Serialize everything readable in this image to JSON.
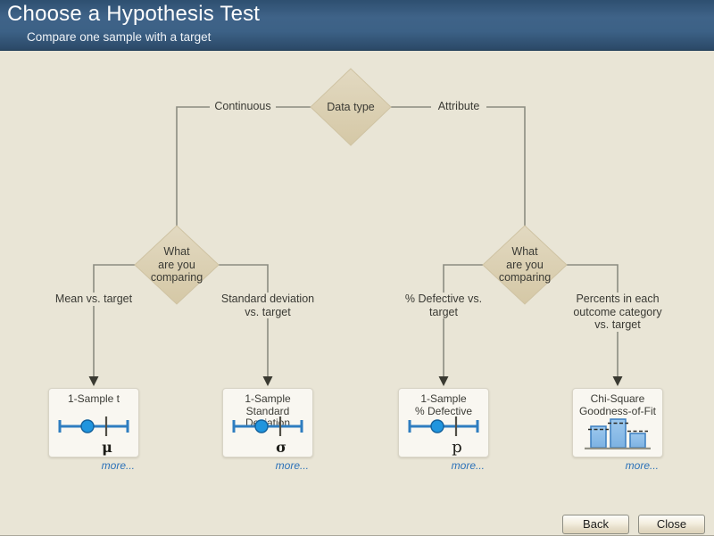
{
  "header": {
    "title": "Choose a Hypothesis Test",
    "subtitle": "Compare one sample with a target"
  },
  "diagram": {
    "root_diamond": {
      "label": "Data type"
    },
    "branch_left": "Continuous",
    "branch_right": "Attribute",
    "decision_left": {
      "label": "What\nare you\ncomparing"
    },
    "decision_right": {
      "label": "What\nare you\ncomparing"
    },
    "outcomes": [
      {
        "label": "Mean vs. target"
      },
      {
        "label": "Standard deviation\nvs. target"
      },
      {
        "label": "% Defective vs.\ntarget"
      },
      {
        "label": "Percents in each\noutcome category\nvs. target"
      }
    ],
    "cards": [
      {
        "title": "1-Sample t",
        "symbol": "μ",
        "icon": "interval-dot-plot",
        "more": "more..."
      },
      {
        "title": "1-Sample\nStandard Deviation",
        "symbol": "σ",
        "icon": "interval-dot-plot",
        "more": "more..."
      },
      {
        "title": "1-Sample\n% Defective",
        "symbol": "p",
        "icon": "interval-dot-plot",
        "more": "more..."
      },
      {
        "title": "Chi-Square\nGoodness-of-Fit",
        "symbol": "",
        "icon": "bar-chart-observed-expected",
        "more": "more..."
      }
    ]
  },
  "footer": {
    "back_label": "Back",
    "close_label": "Close"
  },
  "colors": {
    "header_blue": "#3f6388",
    "content_background": "#e9e5d6",
    "diamond_fill": "#dcd0b0",
    "link_blue": "#2b71b8",
    "icon_blue": "#2e7dc0",
    "connector_gray": "#8c8c81"
  }
}
